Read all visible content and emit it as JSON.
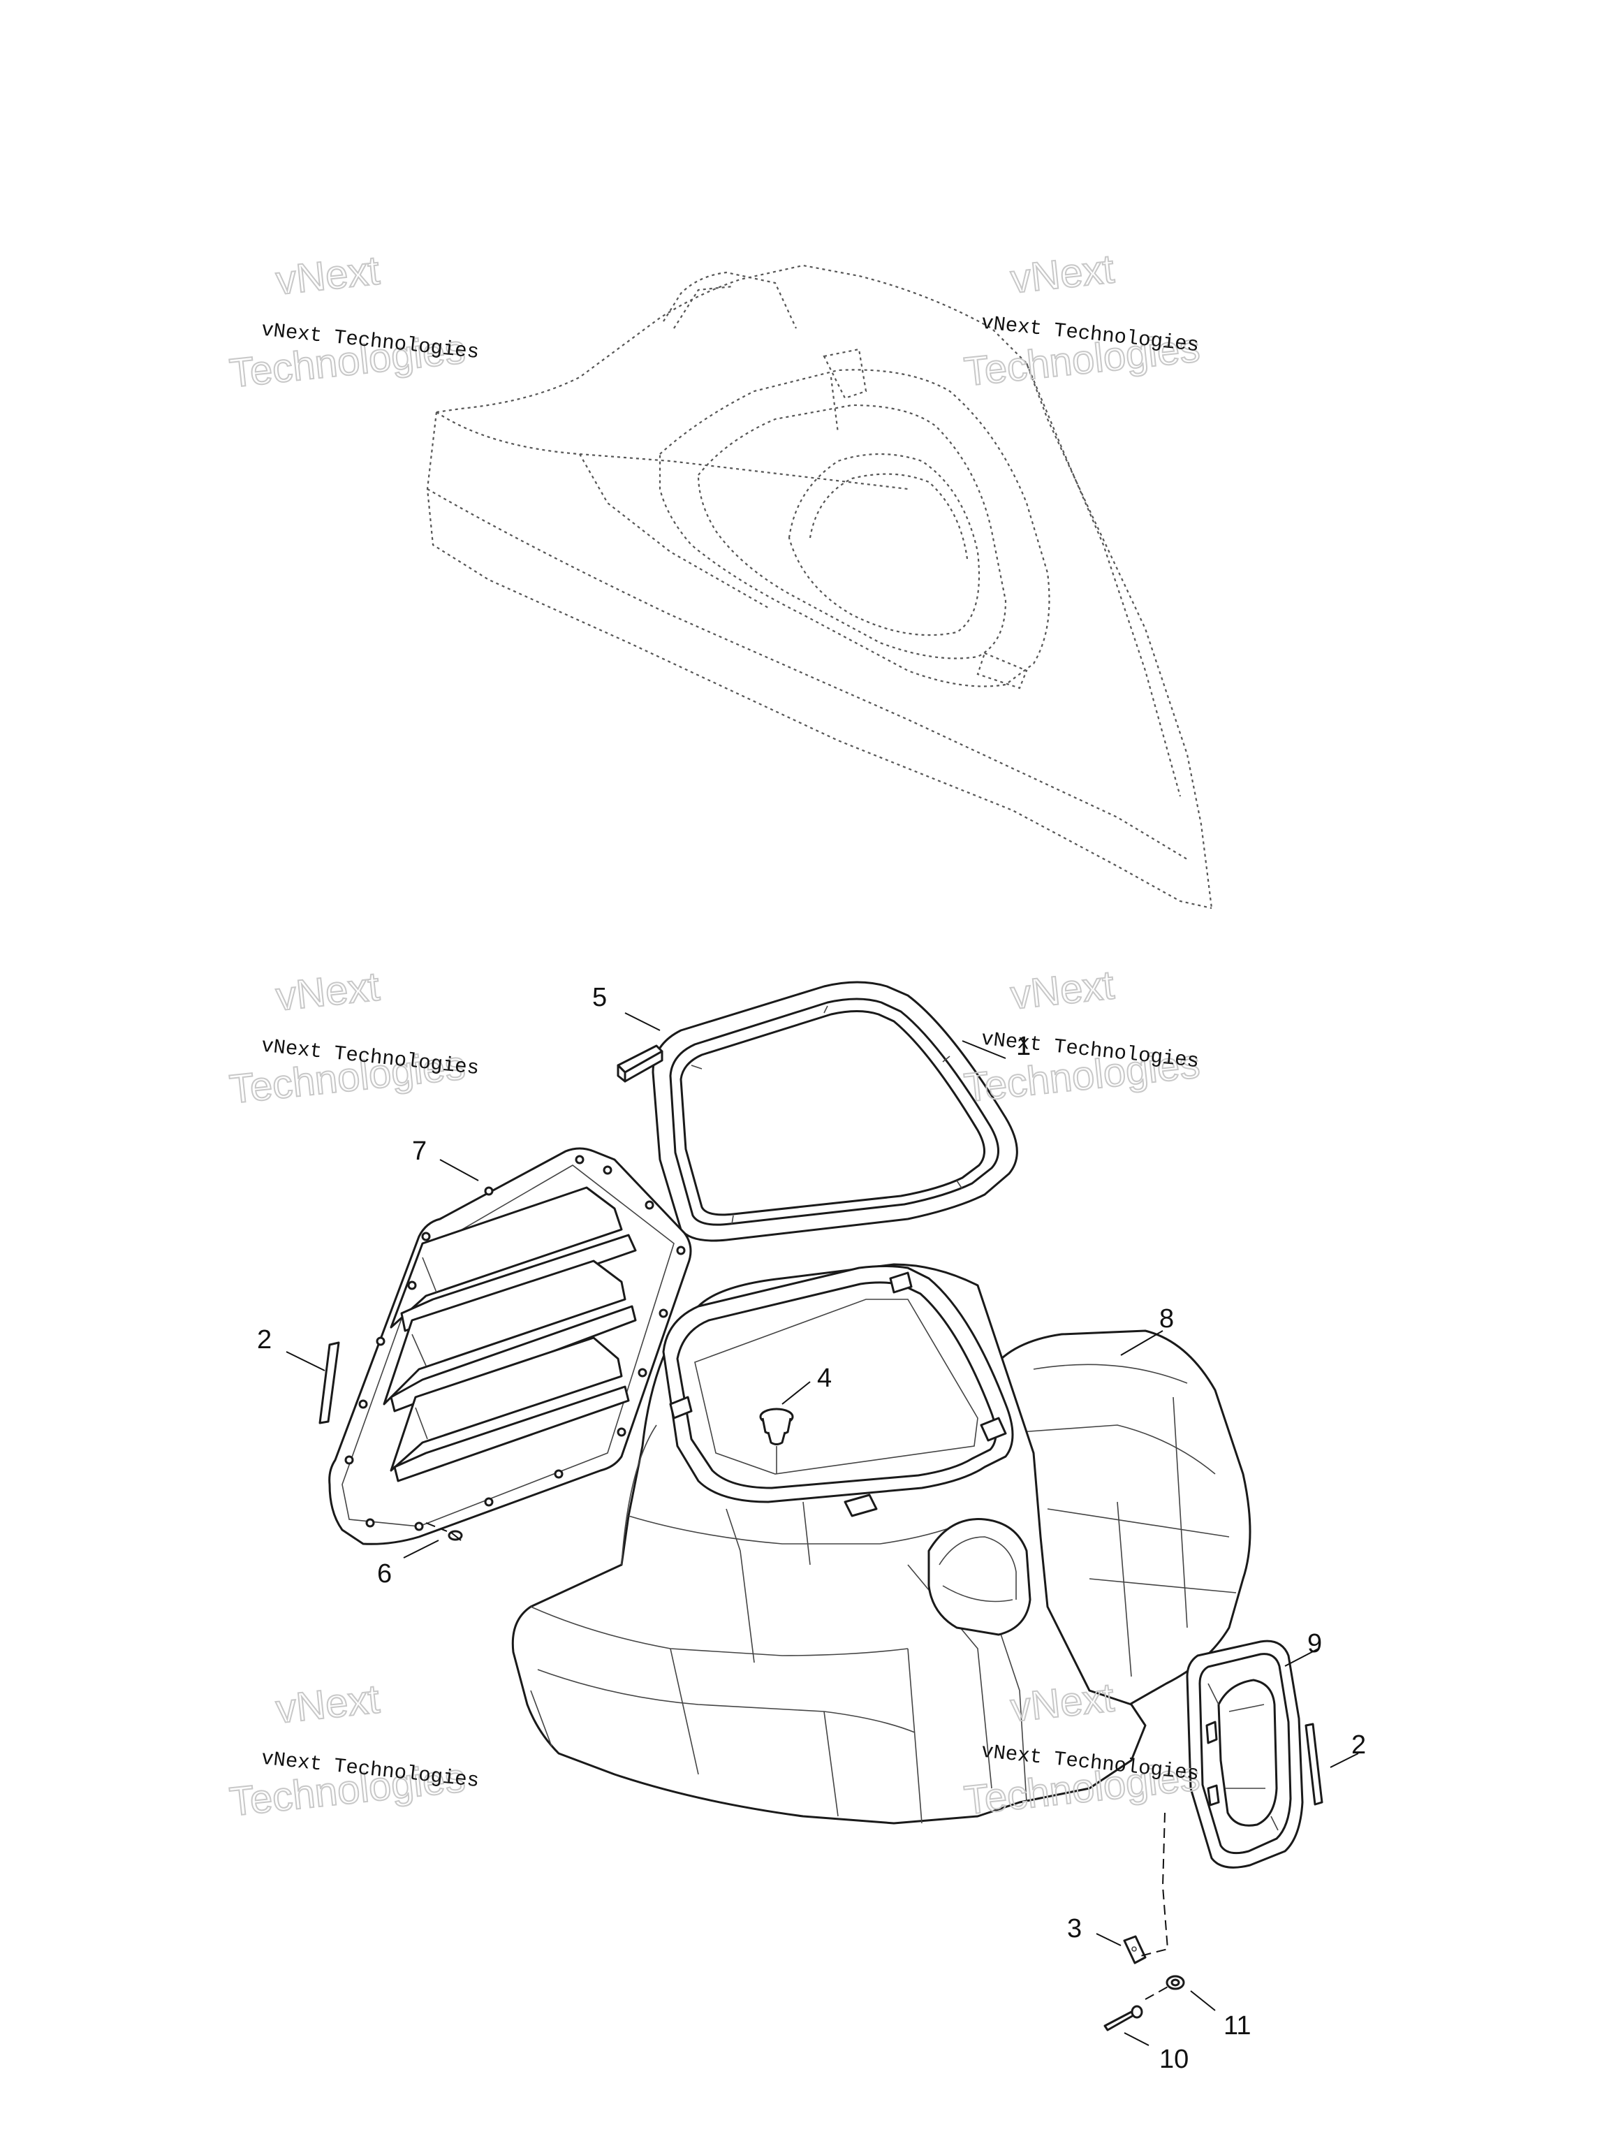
{
  "watermarks": [
    {
      "small": "vNext Technologies",
      "big1": "vNext",
      "big2": "Technologies"
    },
    {
      "small": "vNext Technologies",
      "big1": "vNext",
      "big2": "Technologies"
    },
    {
      "small": "vNext Technologies",
      "big1": "vNext",
      "big2": "Technologies"
    },
    {
      "small": "vNext Technologies",
      "big1": "vNext",
      "big2": "Technologies"
    },
    {
      "small": "vNext Technologies",
      "big1": "vNext",
      "big2": "Technologies"
    },
    {
      "small": "vNext Technologies",
      "big1": "vNext",
      "big2": "Technologies"
    }
  ],
  "callouts": {
    "c1": "1",
    "c2a": "2",
    "c2b": "2",
    "c3": "3",
    "c4": "4",
    "c5": "5",
    "c6": "6",
    "c7": "7",
    "c8": "8",
    "c9": "9",
    "c10": "10",
    "c11": "11"
  },
  "colors": {
    "ink": "#1a1a1a",
    "ghost": "#555555",
    "watermark": "#c8c8c8",
    "background": "#ffffff"
  }
}
